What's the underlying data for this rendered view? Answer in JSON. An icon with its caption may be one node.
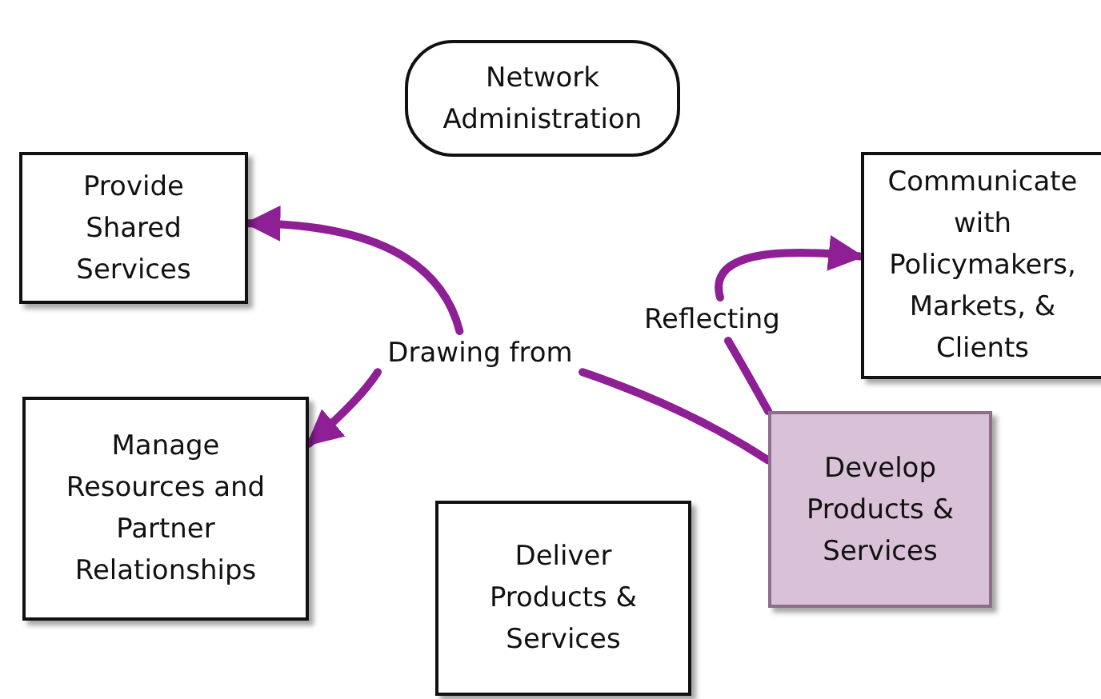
{
  "diagram": {
    "nodes": [
      {
        "text": [
          "Network Administration"
        ]
      },
      {
        "text": [
          "Provide Shared Services"
        ]
      },
      {
        "text": [
          "Communicate with Policymakers, Markets, & Clients"
        ]
      },
      {
        "text": [
          "Manage Resources and Partner Relationships"
        ]
      },
      {
        "text": [
          "Deliver Products & Services"
        ]
      },
      {
        "text": [
          "Develop Products & Services"
        ]
      },
      {
        "text": [
          "Drawing from"
        ]
      },
      {
        "text": [
          "Reflecting"
        ]
      }
    ],
    "edges": [
      {
        "from": 5,
        "to": 6,
        "arrow": "none"
      },
      {
        "from": 6,
        "to": 1,
        "arrow": "to"
      },
      {
        "from": 6,
        "to": 3,
        "arrow": "to"
      },
      {
        "from": 5,
        "to": 7,
        "arrow": "none"
      },
      {
        "from": 7,
        "to": 2,
        "arrow": "to"
      }
    ]
  }
}
